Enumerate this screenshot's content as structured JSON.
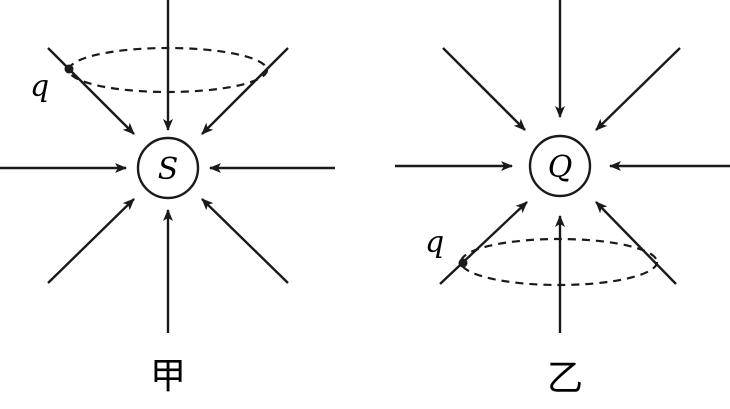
{
  "diagram": {
    "panels": [
      {
        "id": "jia",
        "caption": "甲",
        "center_label": "S",
        "charge_label": "q",
        "orbit_side": "top"
      },
      {
        "id": "yi",
        "caption": "乙",
        "center_label": "Q",
        "charge_label": "q",
        "orbit_side": "bottom"
      }
    ],
    "colors": {
      "ink": "#1a1a1a",
      "background": "#ffffff"
    }
  }
}
